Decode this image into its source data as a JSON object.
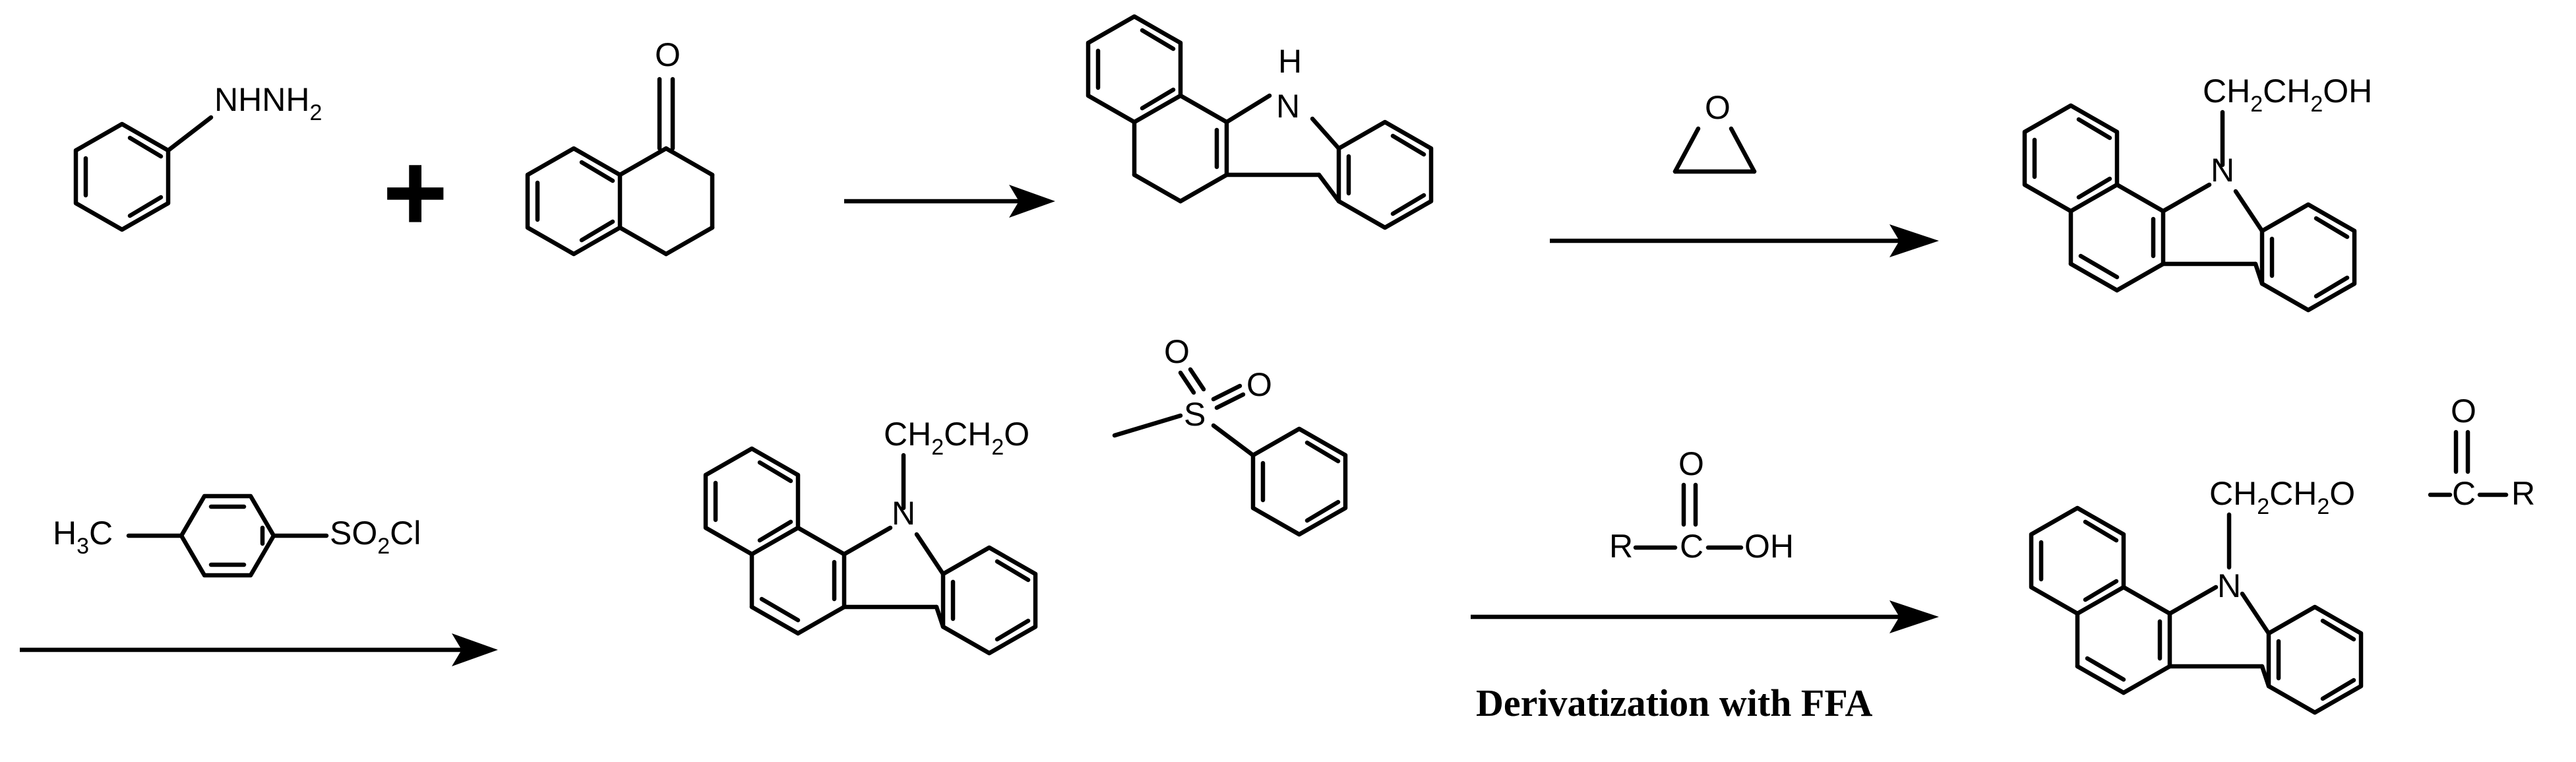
{
  "labels": {
    "nhnh2_main": "NHNH",
    "nhnh2_sub": "2",
    "plus": "+",
    "ketone_o": "O",
    "nh_h": "H",
    "nh_n": "N",
    "epoxide_o": "O",
    "p1_ch2ch2oh_a": "CH",
    "p1_ch2ch2oh_s1": "2",
    "p1_ch2ch2oh_b": "CH",
    "p1_ch2ch2oh_s2": "2",
    "p1_ch2ch2oh_c": "OH",
    "p1_n": "N",
    "tscl_h3c_a": "H",
    "tscl_h3c_s": "3",
    "tscl_h3c_b": "C",
    "tscl_so2cl_a": "SO",
    "tscl_so2cl_s": "2",
    "tscl_so2cl_b": "Cl",
    "p2_ch2ch2o_a": "CH",
    "p2_ch2ch2o_s1": "2",
    "p2_ch2ch2o_b": "CH",
    "p2_ch2ch2o_s2": "2",
    "p2_ch2ch2o_c": "O",
    "p2_s": "S",
    "p2_o1": "O",
    "p2_o2": "O",
    "p2_n": "N",
    "rcooh_r": "R",
    "rcooh_c": "C",
    "rcooh_o": "O",
    "rcooh_oh": "OH",
    "caption": "Derivatization with FFA",
    "p3_ch2ch2o_a": "CH",
    "p3_ch2ch2o_s1": "2",
    "p3_ch2ch2o_b": "CH",
    "p3_ch2ch2o_s2": "2",
    "p3_ch2ch2o_c": "O",
    "p3_c": "C",
    "p3_r": "R",
    "p3_o": "O",
    "p3_n": "N"
  }
}
